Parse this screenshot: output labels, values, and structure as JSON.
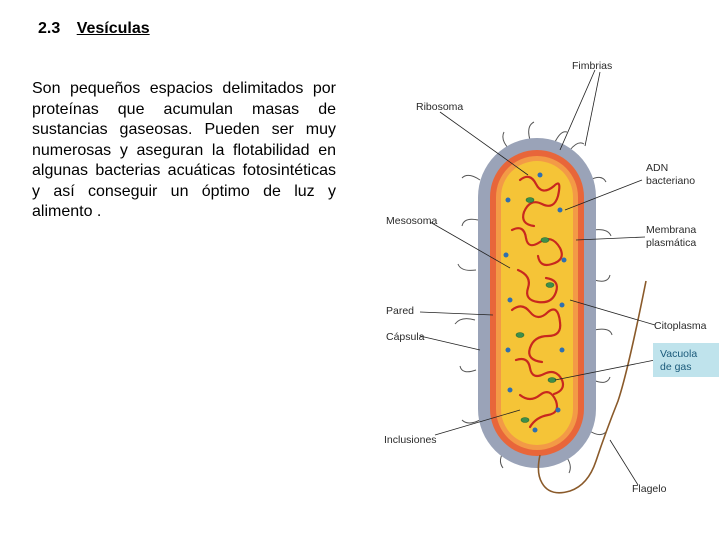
{
  "section": {
    "number": "2.3",
    "title": "Vesículas",
    "paragraph": "Son pequeños espacios delimitados por proteínas que acumulan masas de sustancias gaseosas. Pueden ser muy numerosas y aseguran la flotabilidad en algunas bacterias acuáticas fotosintéticas y así conseguir un óptimo de luz y alimento ."
  },
  "diagram": {
    "labels": {
      "fimbrias": "Fimbrias",
      "ribosoma": "Ribosoma",
      "adn_1": "ADN",
      "adn_2": "bacteriano",
      "mesosoma": "Mesosoma",
      "membrana_1": "Membrana",
      "membrana_2": "plasmática",
      "pared": "Pared",
      "capsula": "Cápsula",
      "citoplasma": "Citoplasma",
      "vacuola_1": "Vacuola",
      "vacuola_2": "de gas",
      "inclusiones": "Inclusiones",
      "flagelo": "Flagelo"
    },
    "colors": {
      "capsule": "#9aa3b8",
      "wall": "#e8663a",
      "cytoplasm": "#f5c437",
      "dna": "#c8281e",
      "vacuole_box": "#bfe3ec",
      "vacuole_text": "#1a5a7a",
      "ribosome": "#2f6fb0",
      "inclusion": "#3d8f4a"
    }
  }
}
